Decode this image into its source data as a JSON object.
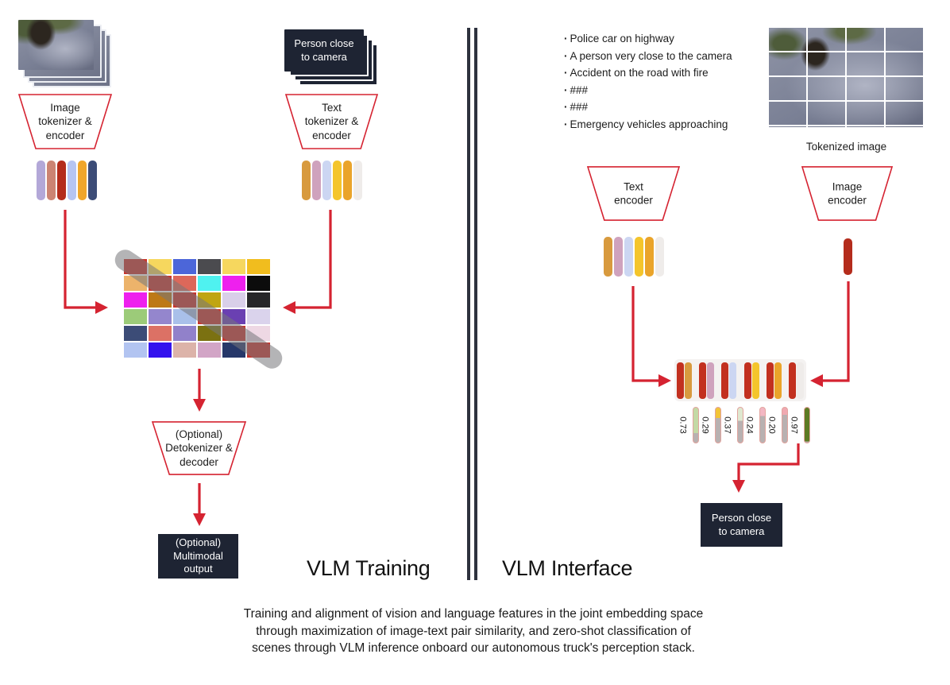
{
  "colors": {
    "accent_red": "#d52331",
    "dark_navy": "#1e2433",
    "bar_track": "#b8b1b1",
    "bar_border": "#e2a49e",
    "panel_gray": "#f4f2f1"
  },
  "training": {
    "section_title": "VLM Training",
    "label_stack_text": "Person close to camera",
    "image_tokenizer_label": "Image tokenizer & encoder",
    "text_tokenizer_label": "Text tokenizer & encoder",
    "detokenizer_label": "(Optional) Detokenizer & decoder",
    "output_box_label": "(Optional) Multimodal output",
    "image_tokens": [
      "#b3a8d8",
      "#cc8473",
      "#b42c1c",
      "#b6c5f2",
      "#f0a62b",
      "#3c4c77"
    ],
    "text_tokens": [
      "#d89a3e",
      "#cfa2bd",
      "#ccd6f2",
      "#f4c52c",
      "#eaa42a",
      "#efecea"
    ],
    "similarity_matrix": [
      [
        "#c9342c",
        "#f6d75e",
        "#4c66d9",
        "#4b4b4f",
        "#f6d75e",
        "#f1bd1e"
      ],
      [
        "#ecb36b",
        "#c9342c",
        "#dc685a",
        "#4ff2f0",
        "#ee20ee",
        "#0c0c0c"
      ],
      [
        "#ee20ee",
        "#bd7917",
        "#c9342c",
        "#c0a512",
        "#d9cfe9",
        "#272729"
      ],
      [
        "#9ccb79",
        "#9486cd",
        "#a9c0ea",
        "#c9342c",
        "#6a40b2",
        "#dad3ec"
      ],
      [
        "#3c4c77",
        "#dc7165",
        "#9181ca",
        "#7b7111",
        "#c9342c",
        "#eed8e4"
      ],
      [
        "#b2c4f1",
        "#3413ee",
        "#dcb3a9",
        "#d2a5c6",
        "#263769",
        "#c9342c"
      ]
    ]
  },
  "inference": {
    "section_title": "VLM Interface",
    "prompts": [
      "Police car on highway",
      "A person very close to the camera",
      "Accident on the road with fire",
      "###",
      "###",
      "Emergency vehicles approaching"
    ],
    "tokenized_image_label": "Tokenized image",
    "text_encoder_label": "Text encoder",
    "image_encoder_label": "Image encoder",
    "text_tokens": [
      "#d89a3e",
      "#cfa2bd",
      "#ccd6f2",
      "#f4c52c",
      "#eaa42a",
      "#efecea"
    ],
    "image_token_color": "#b42c1c",
    "pair_red": "#c2301f",
    "pairs": [
      {
        "text_color": "#d89a3e",
        "score": "0.73",
        "bar_color": "#c3d9a5"
      },
      {
        "text_color": "#cfa2bd",
        "score": "0.29",
        "bar_color": "#f2c437"
      },
      {
        "text_color": "#ccd6f2",
        "score": "0.37",
        "bar_color": "#dfe8d0"
      },
      {
        "text_color": "#f4c52c",
        "score": "0.24",
        "bar_color": "#f3b7c3"
      },
      {
        "text_color": "#eaa42a",
        "score": "0.20",
        "bar_color": "#f0a9b1"
      },
      {
        "text_color": "#efecea",
        "score": "0.97",
        "bar_color": "#5d7a23"
      }
    ],
    "result_box_label": "Person close to camera"
  },
  "caption": "Training and alignment of vision and language features in the joint embedding space through maximization of image-text pair similarity, and zero-shot classification of scenes through VLM inference onboard our autonomous truck's perception stack."
}
